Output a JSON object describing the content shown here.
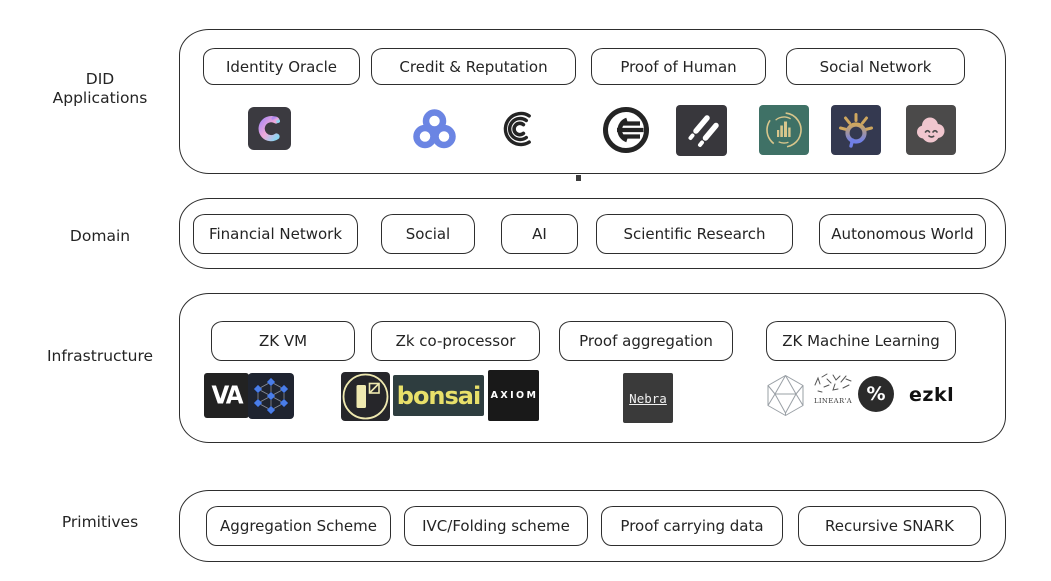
{
  "diagram": {
    "layers": {
      "did": {
        "label_line1": "DID",
        "label_line2": "Applications",
        "categories": [
          "Identity Oracle",
          "Credit & Reputation",
          "Proof of Human",
          "Social Network"
        ]
      },
      "domain": {
        "label": "Domain",
        "categories": [
          "Financial Network",
          "Social",
          "AI",
          "Scientific Research",
          "Autonomous World"
        ]
      },
      "infrastructure": {
        "label": "Infrastructure",
        "categories": [
          "ZK VM",
          "Zk co-processor",
          "Proof aggregation",
          "ZK Machine Learning"
        ]
      },
      "primitives": {
        "label": "Primitives",
        "categories": [
          "Aggregation Scheme",
          "IVC/Folding scheme",
          "Proof carrying data",
          "Recursive SNARK"
        ]
      }
    },
    "logo_text": {
      "va": "VA",
      "bonsai": "bonsai",
      "axiom": "AXIOM",
      "nebra": "Nebra",
      "lineara": "LINEAR'A",
      "percent": "%",
      "ezkl": "ezkl"
    },
    "icons": [
      "gradient-c-swirl-logo",
      "blue-triple-ring-logo",
      "concentric-c-logo",
      "worldcoin-globe-logo",
      "double-slash-logo",
      "gold-city-ring-logo",
      "eye-pin-logo",
      "smiling-cloud-logo",
      "va-monogram-logo",
      "cube-network-logo",
      "risc-zero-logo",
      "bonsai-logo",
      "axiom-logo",
      "nebra-logo",
      "wireframe-polyhedron-logo",
      "lineara-logo",
      "ezkl-percent-logo",
      "ezkl-wordmark"
    ],
    "colors": {
      "ink": "#2e2e2e",
      "background": "#ffffff",
      "clique_square": "#3b3a40",
      "tri_ring_blue": "#6b85e3",
      "slash_square": "#38373c",
      "city_square": "#3f7166",
      "city_gold": "#d9c68c",
      "eye_square": "#343950",
      "eye_gold": "#cfa75f",
      "eye_blue": "#6f7fe8",
      "cloud_square": "#4b4a4a",
      "cloud_pink": "#f0c6ce",
      "cube_square": "#1f2430",
      "cube_blue": "#4a7de8",
      "risc_square": "#26262a",
      "risc_yellow": "#efe9b0",
      "bonsai_bg": "#2e3d3f",
      "bonsai_yellow": "#e8e06a",
      "axiom_bg": "#191919",
      "nebra_bg": "#3a3a3a",
      "wireframe_gray": "#9aa0a6",
      "ezkl_circle": "#2b2b2b"
    }
  }
}
